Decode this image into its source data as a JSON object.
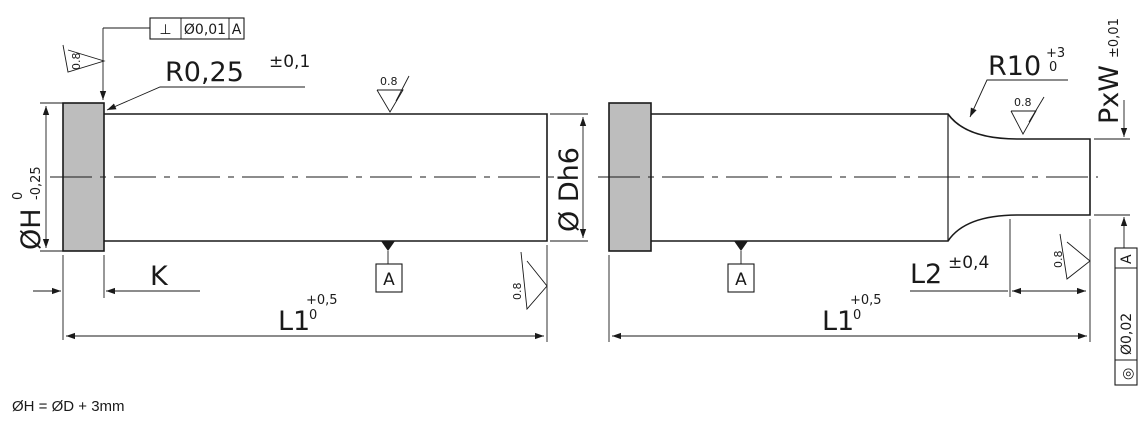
{
  "tolerance_frame_top": {
    "symbol": "⊥",
    "value": "Ø0,01",
    "datum": "A"
  },
  "tolerance_frame_right": {
    "symbol": "◎",
    "value": "Ø0,02",
    "datum": "A"
  },
  "roughness_value": "0.8",
  "radius_left": {
    "main": "R0,25",
    "tol": "±0,1"
  },
  "radius_right": {
    "main": "R10",
    "upper": "+3",
    "lower": "0"
  },
  "dia_head": {
    "main": "ØH",
    "upper": "0",
    "lower": "-0,25"
  },
  "dia_shank": "Ø Dh6",
  "point_size": {
    "main": "PxW",
    "tol": "±0,01"
  },
  "datum_label": "A",
  "dim_k": "K",
  "dim_l1": {
    "main": "L1",
    "upper": "+0,5",
    "lower": "0"
  },
  "dim_l2": {
    "main": "L2",
    "tol": "±0,4"
  },
  "formula": "ØH = ØD + 3mm"
}
